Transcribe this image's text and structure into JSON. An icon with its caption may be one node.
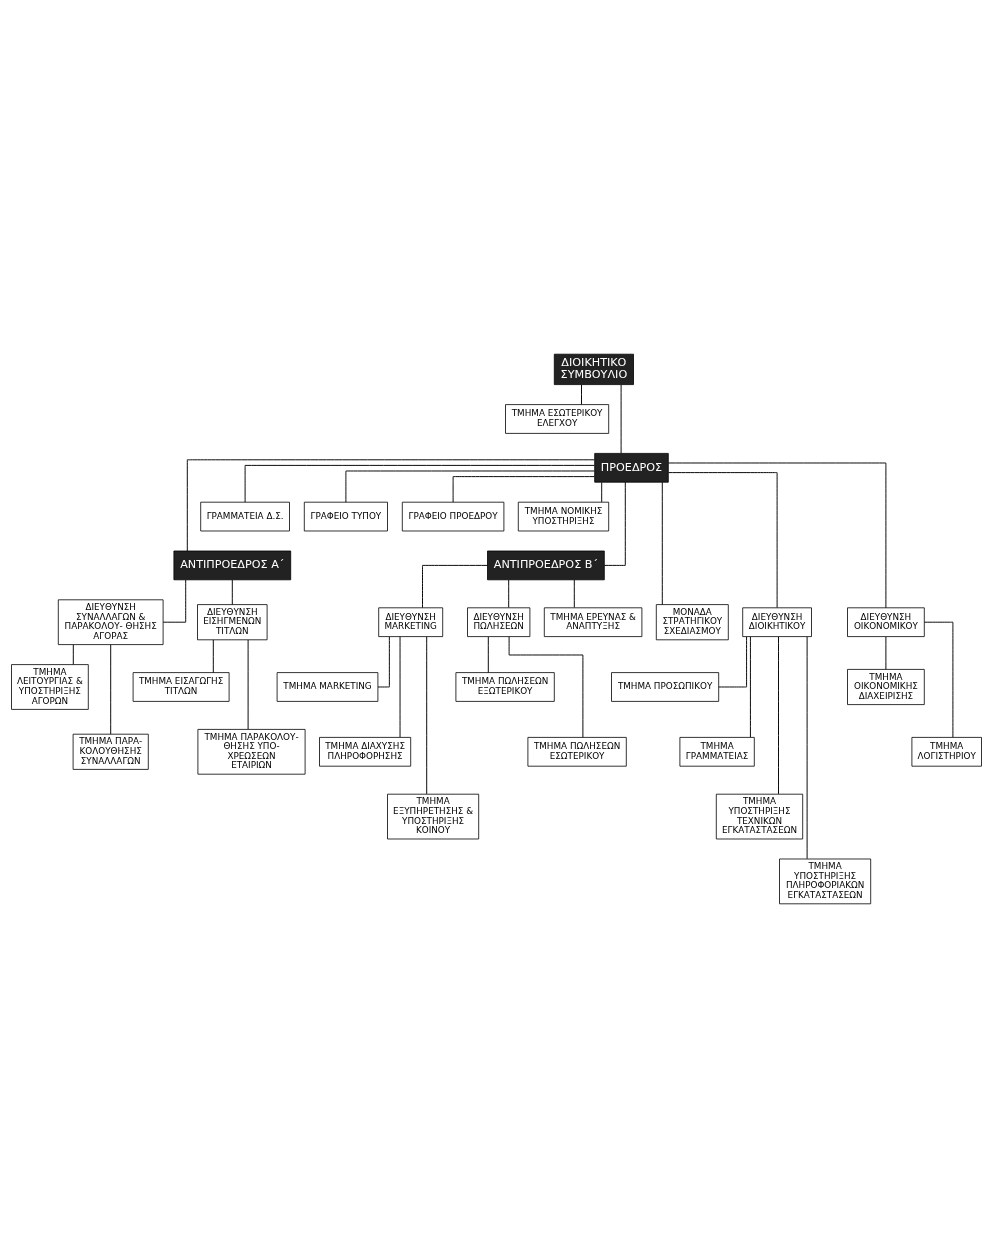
{
  "diagram": {
    "nodes": [
      {
        "text": [
          "ΔΙΟΙΚΗΤΙΚΟ ΣΥΜΒΟΥΛΙΟ"
        ]
      },
      {
        "text": [
          "ΤΜΗΜΑ ΕΣΩΤΕΡΙΚΟΥ ΕΛΕΓΧΟΥ"
        ]
      },
      {
        "text": [
          "ΠΡΟΕΔΡΟΣ"
        ]
      },
      {
        "text": [
          "ΓΡΑΜΜΑΤΕΙΑ Δ.Σ."
        ]
      },
      {
        "text": [
          "ΓΡΑΦΕΙΟ ΤΥΠΟΥ"
        ]
      },
      {
        "text": [
          "ΓΡΑΦΕΙΟ ΠΡΟΕΔΡΟΥ"
        ]
      },
      {
        "text": [
          "ΤΜΗΜΑ ΝΟΜΙΚΗΣ ΥΠΟΣΤΗΡΙΞΗΣ"
        ]
      },
      {
        "text": [
          "ΑΝΤΙΠΡΟΕΔΡΟΣ Α΄"
        ]
      },
      {
        "text": [
          "ΑΝΤΙΠΡΟΕΔΡΟΣ Β΄"
        ]
      },
      {
        "text": [
          "ΜΟΝΑΔΑ ΣΤΡΑΤΗΓΙΚΟΥ ΣΧΕΔΙΑΣΜΟΥ"
        ]
      },
      {
        "text": [
          "ΔΙΕΥΘΥΝΣΗ ΣΥΝΑΛΛΑΓΩΝ & ΠΑΡΑΚΟΛΟΥ- ΘΗΣΗΣ ΑΓΟΡΑΣ"
        ]
      },
      {
        "text": [
          "ΔΙΕΥΘΥΝΣΗ ΕΙΣΗΓΜΕΝΩΝ ΤΙΤΛΩΝ"
        ]
      },
      {
        "text": [
          "ΔΙΕΥΘΥΝΣΗ ΔΙΟΙΚΗΤΙΚΟΥ"
        ]
      },
      {
        "text": [
          "ΔΙΕΥΘΥΝΣΗ ΟΙΚΟΝΟΜΙΚΟΥ"
        ]
      },
      {
        "text": [
          "ΔΙΕΥΘΥΝΣΗ MARKETING"
        ]
      },
      {
        "text": [
          "ΔΙΕΥΘΥΝΣΗ ΠΩΛΗΣΕΩΝ"
        ]
      },
      {
        "text": [
          "ΤΜΗΜΑ ΕΡΕΥΝΑΣ & ΑΝΑΠΤΥΞΗΣ"
        ]
      },
      {
        "text": [
          "ΤΜΗΜΑ ΛΕΙΤΟΥΡΓΙΑΣ & ΥΠΟΣΤΗΡΙΞΗΣ ΑΓΟΡΩΝ"
        ]
      },
      {
        "text": [
          "ΤΜΗΜΑ ΠΑΡΑ- ΚΟΛΟΥΘΗΣΗΣ ΣΥΝΑΛΛΑΓΩΝ"
        ]
      },
      {
        "text": [
          "ΤΜΗΜΑ ΕΙΣΑΓΩΓΗΣ ΤΙΤΛΩΝ"
        ]
      },
      {
        "text": [
          "ΤΜΗΜΑ ΠΑΡΑΚΟΛΟΥ- ΘΗΣΗΣ ΥΠΟ- ΧΡΕΩΣΕΩΝ ΕΤΑΙΡΙΩΝ"
        ]
      },
      {
        "text": [
          "ΤΜΗΜΑ ΠΡΟΣΩΠΙΚΟΥ"
        ]
      },
      {
        "text": [
          "ΤΜΗΜΑ ΓΡΑΜΜΑΤΕΙΑΣ"
        ]
      },
      {
        "text": [
          "ΤΜΗΜΑ ΥΠΟΣΤΗΡΙΞΗΣ ΤΕΧΝΙΚΩΝ ΕΓΚΑΤΑΣΤΑΣΕΩΝ"
        ]
      },
      {
        "text": [
          "ΤΜΗΜΑ ΥΠΟΣΤΗΡΙΞΗΣ ΠΛΗΡΟΦΟΡΙΑΚΩΝ ΕΓΚΑΤΑΣΤΑΣΕΩΝ"
        ]
      },
      {
        "text": [
          "ΤΜΗΜΑ ΟΙΚΟΝΟΜΙΚΗΣ ΔΙΑΧΕΙΡΙΣΗΣ"
        ]
      },
      {
        "text": [
          "ΤΜΗΜΑ ΛΟΓΙΣΤΗΡΙΟΥ"
        ]
      },
      {
        "text": [
          "ΤΜΗΜΑ MARKETING"
        ]
      },
      {
        "text": [
          "ΤΜΗΜΑ ΔΙΑΧΥΣΗΣ ΠΛΗΡΟΦΟΡΗΣΗΣ"
        ]
      },
      {
        "text": [
          "ΤΜΗΜΑ ΕΞΥΠΗΡΕΤΗΣΗΣ & ΥΠΟΣΤΗΡΙΞΗΣ ΚΟΙΝΟΥ"
        ]
      },
      {
        "text": [
          "ΤΜΗΜΑ ΠΩΛΗΣΕΩΝ ΕΞΩΤΕΡΙΚΟΥ"
        ]
      },
      {
        "text": [
          "ΤΜΗΜΑ ΠΩΛΗΣΕΩΝ ΕΣΩΤΕΡΙΚΟΥ"
        ]
      }
    ],
    "edges": [
      {
        "from": 0,
        "to": 1,
        "arrow": "none"
      },
      {
        "from": 0,
        "to": 2,
        "arrow": "none"
      },
      {
        "from": 2,
        "to": 3,
        "arrow": "none"
      },
      {
        "from": 2,
        "to": 4,
        "arrow": "none"
      },
      {
        "from": 2,
        "to": 5,
        "arrow": "none"
      },
      {
        "from": 2,
        "to": 6,
        "arrow": "none"
      },
      {
        "from": 2,
        "to": 9,
        "arrow": "none"
      },
      {
        "from": 2,
        "to": 7,
        "arrow": "none"
      },
      {
        "from": 2,
        "to": 12,
        "arrow": "none"
      },
      {
        "from": 2,
        "to": 13,
        "arrow": "none"
      },
      {
        "from": 2,
        "to": 8,
        "arrow": "none"
      },
      {
        "from": 7,
        "to": 10,
        "arrow": "none"
      },
      {
        "from": 7,
        "to": 11,
        "arrow": "none"
      },
      {
        "from": 8,
        "to": 14,
        "arrow": "none"
      },
      {
        "from": 8,
        "to": 15,
        "arrow": "none"
      },
      {
        "from": 8,
        "to": 16,
        "arrow": "none"
      },
      {
        "from": 10,
        "to": 17,
        "arrow": "none"
      },
      {
        "from": 10,
        "to": 18,
        "arrow": "none"
      },
      {
        "from": 11,
        "to": 19,
        "arrow": "none"
      },
      {
        "from": 11,
        "to": 20,
        "arrow": "none"
      },
      {
        "from": 12,
        "to": 21,
        "arrow": "none"
      },
      {
        "from": 12,
        "to": 22,
        "arrow": "none"
      },
      {
        "from": 12,
        "to": 23,
        "arrow": "none"
      },
      {
        "from": 12,
        "to": 24,
        "arrow": "none"
      },
      {
        "from": 13,
        "to": 25,
        "arrow": "none"
      },
      {
        "from": 13,
        "to": 26,
        "arrow": "none"
      },
      {
        "from": 14,
        "to": 27,
        "arrow": "none"
      },
      {
        "from": 14,
        "to": 28,
        "arrow": "none"
      },
      {
        "from": 14,
        "to": 29,
        "arrow": "none"
      },
      {
        "from": 15,
        "to": 30,
        "arrow": "none"
      },
      {
        "from": 15,
        "to": 31,
        "arrow": "none"
      }
    ]
  }
}
